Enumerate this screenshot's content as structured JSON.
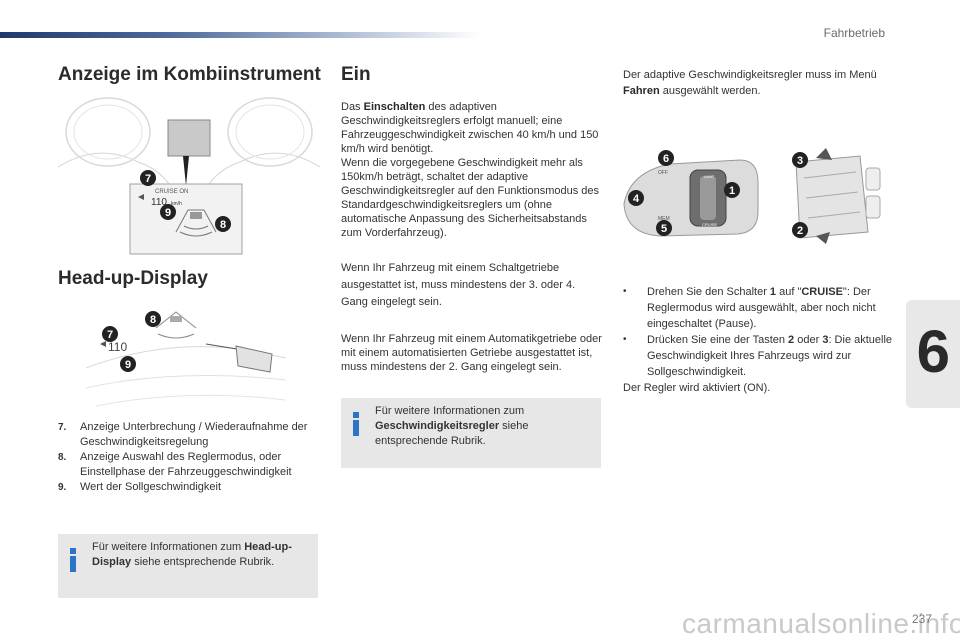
{
  "header": {
    "section": "Fahrbetrieb"
  },
  "chapter": {
    "number": "6"
  },
  "page": {
    "number": "237"
  },
  "watermark": {
    "text": "carmanualsonline.info"
  },
  "left": {
    "title_cluster": "Anzeige im Kombiinstrument",
    "cluster_figure": {
      "cruise_label": "CRUISE ON",
      "speed": "110",
      "unit": "km/h",
      "callouts": [
        "7",
        "9",
        "8"
      ]
    },
    "title_hud": "Head-up-Display",
    "hud_figure": {
      "speed": "110",
      "callouts": [
        "7",
        "8",
        "9"
      ]
    },
    "legend": [
      {
        "num": "7.",
        "text": "Anzeige Unterbrechung / Wiederaufnahme der Geschwindigkeitsregelung"
      },
      {
        "num": "8.",
        "text": "Anzeige Auswahl des Reglermodus, oder Einstellphase der Fahrzeuggeschwindigkeit"
      },
      {
        "num": "9.",
        "text": "Wert der Sollgeschwindigkeit"
      }
    ],
    "info": {
      "pre": "Für weitere Informationen zum ",
      "bold": "Head-up-Display",
      "post": " siehe entsprechende Rubrik."
    }
  },
  "middle": {
    "title": "Ein",
    "p1_pre": "Das ",
    "p1_bold": "Einschalten",
    "p1_post": " des adaptiven Geschwindigkeitsreglers erfolgt manuell; eine Fahrzeuggeschwindigkeit zwischen 40 km/h und 150 km/h wird benötigt.",
    "p1b": "Wenn die vorgegebene Geschwindigkeit mehr als 150km/h beträgt, schaltet der adaptive Geschwindigkeitsregler auf den Funktionsmodus des Standardgeschwindigkeitsreglers um (ohne automatische Anpassung des Sicherheitsabstands zum Vorderfahrzeug).",
    "p2": "Wenn Ihr Fahrzeug mit einem Schaltgetriebe ausgestattet ist, muss mindestens der 3. oder 4. Gang eingelegt sein.",
    "p3": "Wenn Ihr Fahrzeug mit einem Automatikgetriebe oder mit einem automatisierten Getriebe ausgestattet ist, muss mindestens der 2. Gang eingelegt sein.",
    "info": {
      "pre": "Für weitere Informationen zum ",
      "bold": "Geschwindigkeitsregler",
      "post": " siehe entsprechende Rubrik."
    }
  },
  "right": {
    "p1_pre": "Der adaptive Geschwindigkeitsregler muss im Menü ",
    "p1_bold": "Fahren",
    "p1_post": " ausgewählt werden.",
    "stalk_figure": {
      "callouts": [
        "6",
        "4",
        "5",
        "1",
        "3",
        "2"
      ],
      "labels": [
        "OFF",
        "LIMIT",
        "CRUISE",
        "MEM"
      ]
    },
    "steps": [
      {
        "mark": "•",
        "pre": "Drehen Sie den Schalter ",
        "b1": "1",
        "mid": " auf \"",
        "b2": "CRUISE",
        "post": "\": Der Reglermodus wird ausgewählt, aber noch nicht eingeschaltet (Pause)."
      },
      {
        "mark": "•",
        "pre": "Drücken Sie eine der Tasten ",
        "b1": "2",
        "mid": " oder ",
        "b2": "3",
        "post": ": Die aktuelle Geschwindigkeit Ihres Fahrzeugs wird zur Sollgeschwindigkeit."
      }
    ],
    "final": "Der Regler wird aktiviert (ON)."
  }
}
